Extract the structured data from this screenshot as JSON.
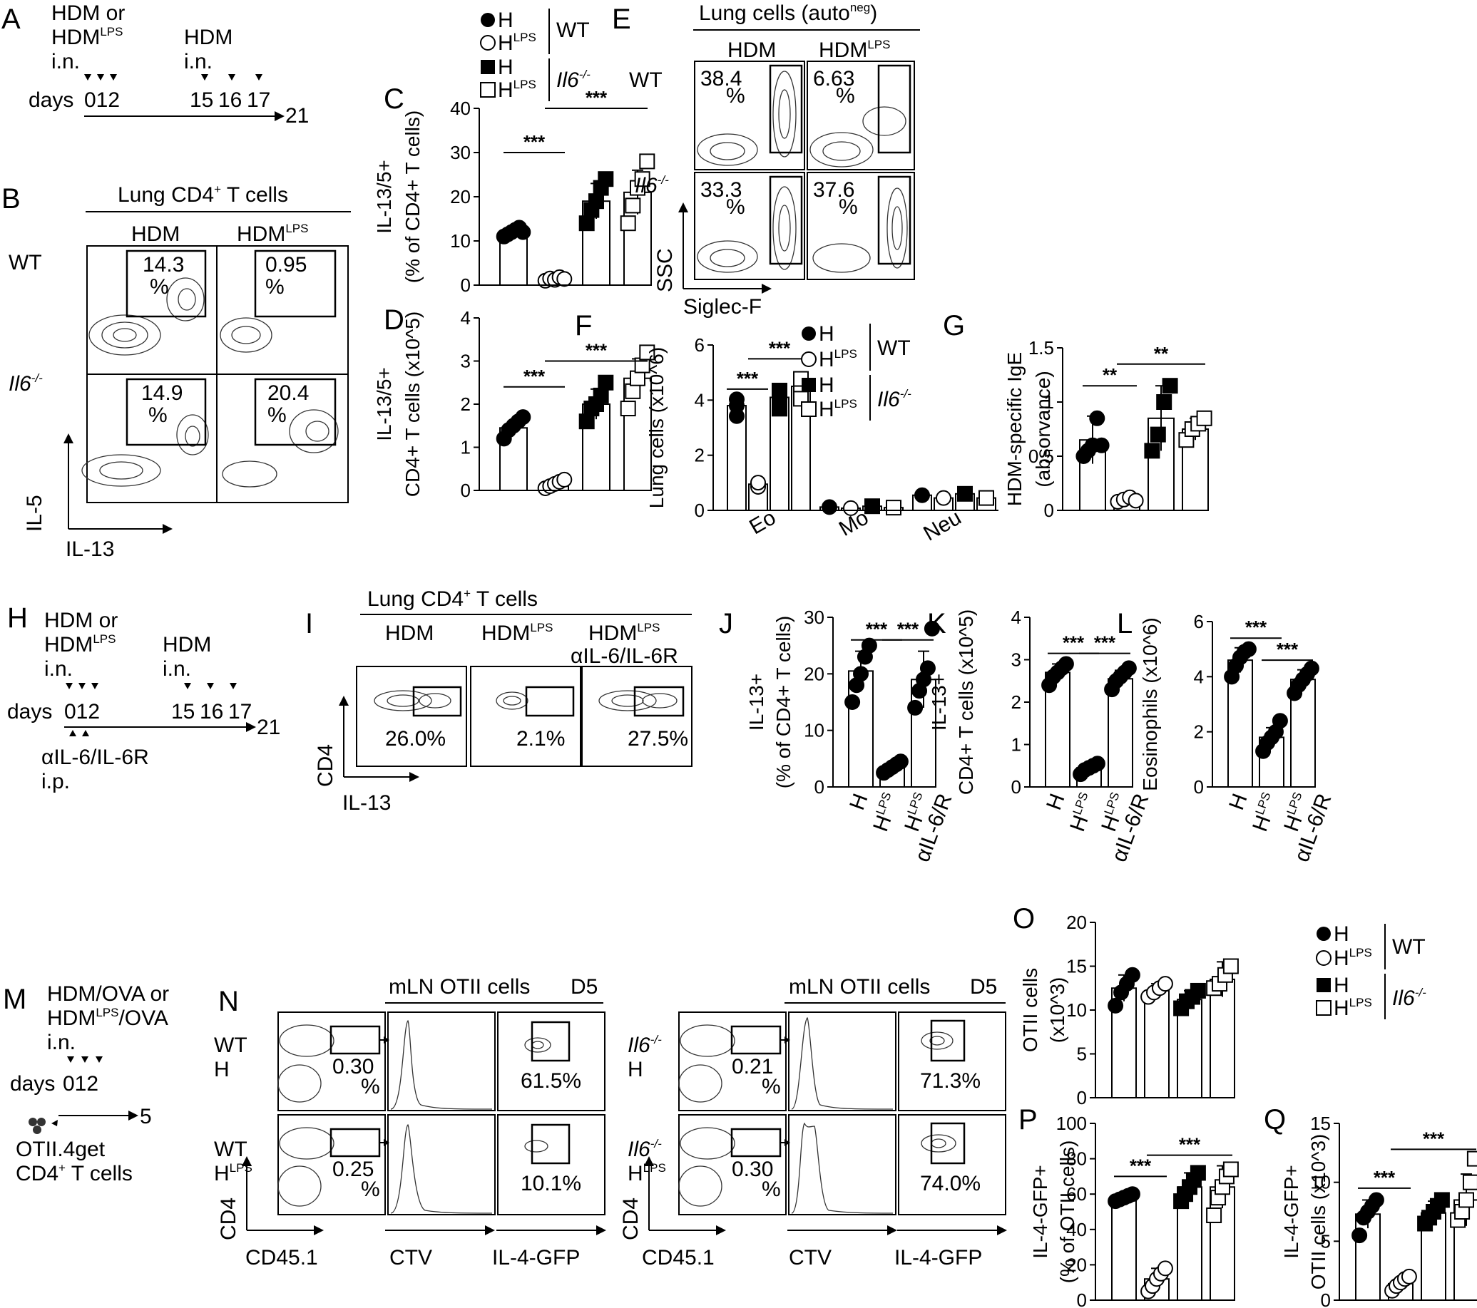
{
  "panels": {
    "A": "A",
    "B": "B",
    "C": "C",
    "D": "D",
    "E": "E",
    "F": "F",
    "G": "G",
    "H": "H",
    "I": "I",
    "J": "J",
    "K": "K",
    "L": "L",
    "M": "M",
    "N": "N",
    "O": "O",
    "P": "P",
    "Q": "Q"
  },
  "schemeA": {
    "line1": "HDM or",
    "line2": "HDM",
    "line2_sup": "LPS",
    "in1": "i.n.",
    "boost": "HDM",
    "in2": "i.n.",
    "days": "days",
    "d012": "012",
    "d15": "15",
    "d16": "16",
    "d17": "17",
    "d21": "21"
  },
  "schemeH": {
    "line1": "HDM or",
    "line2": "HDM",
    "line2_sup": "LPS",
    "in1": "i.n.",
    "boost": "HDM",
    "in2": "i.n.",
    "days": "days",
    "d012": "012",
    "d15": "15",
    "d16": "16",
    "d17": "17",
    "d21": "21",
    "treat1": "αIL-6/IL-6R",
    "treat2": "i.p."
  },
  "schemeM": {
    "line1": "HDM/OVA or",
    "line2a": "HDM",
    "line2_sup": "LPS",
    "line2b": "/OVA",
    "in1": "i.n.",
    "days": "days",
    "d012": "012",
    "d5": "5",
    "cells1": "OTII.4get",
    "cells2a": "CD4",
    "cells2_sup": "+",
    "cells2b": " T cells"
  },
  "legend": {
    "H": "H",
    "HLPS": "H",
    "LPS_sup": "LPS",
    "WT": "WT",
    "IL6ko": "Il6",
    "ko_sup": "-/-"
  },
  "flowB": {
    "title": "Lung CD4",
    "title_sup": "+",
    "title_tail": " T cells",
    "col1": "HDM",
    "col2": "HDM",
    "col2_sup": "LPS",
    "row1": "WT",
    "row2": "Il6",
    "row2_sup": "-/-",
    "gates": [
      "14.3\n%",
      "0.95\n%",
      "14.9\n%",
      "20.4\n%"
    ],
    "gate_values": [
      "14.3",
      "0.95",
      "14.9",
      "20.4"
    ],
    "pct": "%",
    "ylabel": "IL-5",
    "xlabel": "IL-13"
  },
  "flowE": {
    "title": "Lung cells (auto",
    "title_sup": "neg",
    "title_tail": ")",
    "col1": "HDM",
    "col2": "HDM",
    "col2_sup": "LPS",
    "row1": "WT",
    "row2": "Il6",
    "row2_sup": "-/-",
    "gate_values": [
      "38.4",
      "6.63",
      "33.3",
      "37.6"
    ],
    "pct": "%",
    "ylabel": "SSC",
    "xlabel": "Siglec-F"
  },
  "flowI": {
    "title": "Lung CD4",
    "title_sup": "+",
    "title_tail": " T cells",
    "col1": "HDM",
    "col2": "HDM",
    "col2_sup": "LPS",
    "col3": "HDM",
    "col3_sup": "LPS",
    "col3_line2": "αIL-6/IL-6R",
    "gate_values": [
      "26.0%",
      "2.1%",
      "27.5%"
    ],
    "ylabel": "CD4",
    "xlabel": "IL-13"
  },
  "flowN": {
    "title": "mLN OTII cells",
    "day": "D5",
    "rows_left": [
      [
        "WT",
        "H"
      ],
      [
        "WT",
        "H",
        "LPS"
      ]
    ],
    "rows_right": [
      [
        "Il6",
        "-/-",
        "H"
      ],
      [
        "Il6",
        "-/-",
        "H",
        "LPS"
      ]
    ],
    "gate_left": [
      "0.30\n%",
      "0.25\n%"
    ],
    "gate_right": [
      "0.21\n%",
      "0.30\n%"
    ],
    "gate_left_values": [
      "0.30",
      "0.25"
    ],
    "gate_right_values": [
      "0.21",
      "0.30"
    ],
    "pct": "%",
    "gfp_left": [
      "61.5%",
      "10.1%"
    ],
    "gfp_right": [
      "71.3%",
      "74.0%"
    ],
    "ylabel": "CD4",
    "x1": "CD45.1",
    "x2": "CTV",
    "x3": "IL-4-GFP"
  },
  "groupLabelsJKL": {
    "g1": "H",
    "g2": "H",
    "g2_sup": "LPS",
    "g3": "H",
    "g3_sup": "LPS",
    "g3_line2": "αIL-6/R"
  },
  "sig": {
    "s3": "***",
    "s2": "**"
  },
  "chart_data": [
    {
      "panel": "C",
      "type": "bar",
      "ylabel": [
        "IL-13/5+",
        "(% of CD4+ T cells)"
      ],
      "ylim": [
        0,
        40
      ],
      "yticks": [
        0,
        10,
        20,
        30,
        40
      ],
      "series": [
        {
          "name": "H WT",
          "mean": 12,
          "points": [
            11,
            11.5,
            12,
            12.5,
            13,
            12
          ]
        },
        {
          "name": "HLPS WT",
          "mean": 1.5,
          "points": [
            1,
            1.5,
            1.2,
            1.8,
            1.4
          ]
        },
        {
          "name": "H Il6-/-",
          "mean": 19,
          "points": [
            14,
            17,
            19,
            22,
            24
          ]
        },
        {
          "name": "HLPS Il6-/-",
          "mean": 21,
          "points": [
            14,
            18,
            22,
            24,
            28
          ]
        }
      ],
      "errors": [
        1,
        0.4,
        4,
        5
      ]
    },
    {
      "panel": "D",
      "type": "bar",
      "ylabel": [
        "IL-13/5+",
        "CD4+ T cells (x10^5)"
      ],
      "ylim": [
        0,
        4
      ],
      "yticks": [
        0,
        1,
        2,
        3,
        4
      ],
      "series": [
        {
          "name": "H WT",
          "mean": 1.45,
          "points": [
            1.2,
            1.4,
            1.5,
            1.6,
            1.7
          ]
        },
        {
          "name": "HLPS WT",
          "mean": 0.15,
          "points": [
            0.05,
            0.1,
            0.15,
            0.2,
            0.25
          ]
        },
        {
          "name": "H Il6-/-",
          "mean": 2.0,
          "points": [
            1.6,
            1.9,
            2.0,
            2.2,
            2.5
          ]
        },
        {
          "name": "HLPS Il6-/-",
          "mean": 2.6,
          "points": [
            1.9,
            2.3,
            2.6,
            2.9,
            3.2
          ]
        }
      ],
      "errors": [
        0.15,
        0.08,
        0.35,
        0.45
      ]
    },
    {
      "panel": "F",
      "type": "bar",
      "ylabel": [
        "Lung cells (x10^6)"
      ],
      "categories": [
        "Eo",
        "Mo",
        "Neu"
      ],
      "ylim": [
        0,
        6
      ],
      "yticks": [
        0,
        2,
        4,
        6
      ],
      "series": [
        {
          "name": "H WT",
          "values": [
            3.8,
            0.12,
            0.55
          ]
        },
        {
          "name": "HLPS WT",
          "values": [
            0.95,
            0.08,
            0.45
          ]
        },
        {
          "name": "H Il6-/-",
          "values": [
            4.1,
            0.15,
            0.6
          ]
        },
        {
          "name": "HLPS Il6-/-",
          "values": [
            4.5,
            0.1,
            0.45
          ]
        }
      ]
    },
    {
      "panel": "G",
      "type": "bar",
      "ylabel": [
        "HDM-specific IgE",
        "(absorvance)"
      ],
      "ylim": [
        0,
        1.5
      ],
      "yticks": [
        0.0,
        0.5,
        1.0,
        1.5
      ],
      "series": [
        {
          "name": "H WT",
          "mean": 0.65,
          "points": [
            0.5,
            0.55,
            0.6,
            0.85,
            0.6
          ]
        },
        {
          "name": "HLPS WT",
          "mean": 0.1,
          "points": [
            0.08,
            0.1,
            0.12,
            0.09
          ]
        },
        {
          "name": "H Il6-/-",
          "mean": 0.85,
          "points": [
            0.55,
            0.7,
            1.0,
            1.15
          ]
        },
        {
          "name": "HLPS Il6-/-",
          "mean": 0.75,
          "points": [
            0.65,
            0.75,
            0.8,
            0.85
          ]
        }
      ],
      "errors": [
        0.22,
        0.03,
        0.3,
        0.1
      ]
    },
    {
      "panel": "J",
      "type": "bar",
      "ylabel": [
        "IL-13+",
        "(% of CD4+ T cells)"
      ],
      "categories": [
        "H",
        "HLPS",
        "HLPS αIL-6/R"
      ],
      "ylim": [
        0,
        30
      ],
      "yticks": [
        0,
        10,
        20,
        30
      ],
      "means": [
        20.5,
        3.5,
        19
      ],
      "points": [
        [
          15,
          18,
          20,
          23,
          25
        ],
        [
          2.5,
          3,
          3.5,
          4,
          4.5
        ],
        [
          14,
          17,
          19,
          21,
          28
        ]
      ],
      "errors": [
        3.5,
        0.8,
        5
      ]
    },
    {
      "panel": "K",
      "type": "bar",
      "ylabel": [
        "IL-13+",
        "CD4+ T cells (x10^5)"
      ],
      "categories": [
        "H",
        "HLPS",
        "HLPS αIL-6/R"
      ],
      "ylim": [
        0,
        4
      ],
      "yticks": [
        0,
        1,
        2,
        3,
        4
      ],
      "means": [
        2.7,
        0.45,
        2.55
      ],
      "points": [
        [
          2.4,
          2.6,
          2.7,
          2.8,
          2.9
        ],
        [
          0.3,
          0.4,
          0.45,
          0.5,
          0.55
        ],
        [
          2.3,
          2.5,
          2.6,
          2.7,
          2.8
        ]
      ],
      "errors": [
        0.2,
        0.1,
        0.2
      ]
    },
    {
      "panel": "L",
      "type": "bar",
      "ylabel": [
        "Eosinophils (x10^6)"
      ],
      "categories": [
        "H",
        "HLPS",
        "HLPS αIL-6/R"
      ],
      "ylim": [
        0,
        6
      ],
      "yticks": [
        0,
        2,
        4,
        6
      ],
      "means": [
        4.6,
        1.8,
        3.9
      ],
      "points": [
        [
          4.0,
          4.4,
          4.7,
          4.9,
          5.0
        ],
        [
          1.3,
          1.6,
          1.8,
          2.0,
          2.4
        ],
        [
          3.4,
          3.7,
          3.9,
          4.1,
          4.3
        ]
      ],
      "errors": [
        0.45,
        0.35,
        0.35
      ]
    },
    {
      "panel": "O",
      "type": "bar",
      "ylabel": [
        "OTII cells",
        "(x10^3)"
      ],
      "ylim": [
        0,
        20
      ],
      "yticks": [
        0,
        5,
        10,
        15,
        20
      ],
      "series": [
        {
          "name": "H WT",
          "mean": 12.5,
          "points": [
            10.5,
            12,
            13,
            14
          ]
        },
        {
          "name": "HLPS WT",
          "mean": 12.2,
          "points": [
            11.5,
            12,
            12.5,
            13
          ]
        },
        {
          "name": "H Il6-/-",
          "mean": 11.2,
          "points": [
            10.2,
            11,
            11.5,
            12.2
          ]
        },
        {
          "name": "HLPS Il6-/-",
          "mean": 13.5,
          "points": [
            12.5,
            13,
            14,
            15
          ]
        }
      ],
      "errors": [
        1.5,
        0.8,
        1.0,
        2.0
      ]
    },
    {
      "panel": "P",
      "type": "bar",
      "ylabel": [
        "IL-4-GFP+",
        "(% of OTII cells)"
      ],
      "ylim": [
        0,
        100
      ],
      "yticks": [
        0,
        20,
        40,
        60,
        80,
        100
      ],
      "series": [
        {
          "name": "H WT",
          "mean": 58,
          "points": [
            56,
            57,
            58,
            59,
            60
          ]
        },
        {
          "name": "HLPS WT",
          "mean": 12,
          "points": [
            5,
            8,
            12,
            15,
            18
          ]
        },
        {
          "name": "H Il6-/-",
          "mean": 64,
          "points": [
            56,
            60,
            64,
            68,
            72
          ]
        },
        {
          "name": "HLPS Il6-/-",
          "mean": 64,
          "points": [
            48,
            58,
            64,
            70,
            74
          ]
        }
      ],
      "errors": [
        2,
        6,
        8,
        12
      ]
    },
    {
      "panel": "Q",
      "type": "bar",
      "ylabel": [
        "IL-4-GFP+",
        "OTII cells (x10^3)"
      ],
      "ylim": [
        0,
        15
      ],
      "yticks": [
        0,
        5,
        10,
        15
      ],
      "series": [
        {
          "name": "H WT",
          "mean": 7.3,
          "points": [
            5.5,
            7,
            7.5,
            8,
            8.5
          ]
        },
        {
          "name": "HLPS WT",
          "mean": 1.4,
          "points": [
            0.8,
            1.2,
            1.5,
            1.8,
            2.0
          ]
        },
        {
          "name": "H Il6-/-",
          "mean": 7.4,
          "points": [
            6.5,
            7,
            7.5,
            8,
            8.5
          ]
        },
        {
          "name": "HLPS Il6-/-",
          "mean": 8.5,
          "points": [
            6.8,
            7.5,
            8.5,
            10,
            12
          ]
        }
      ],
      "errors": [
        1.2,
        0.5,
        1.0,
        2.2
      ]
    }
  ]
}
